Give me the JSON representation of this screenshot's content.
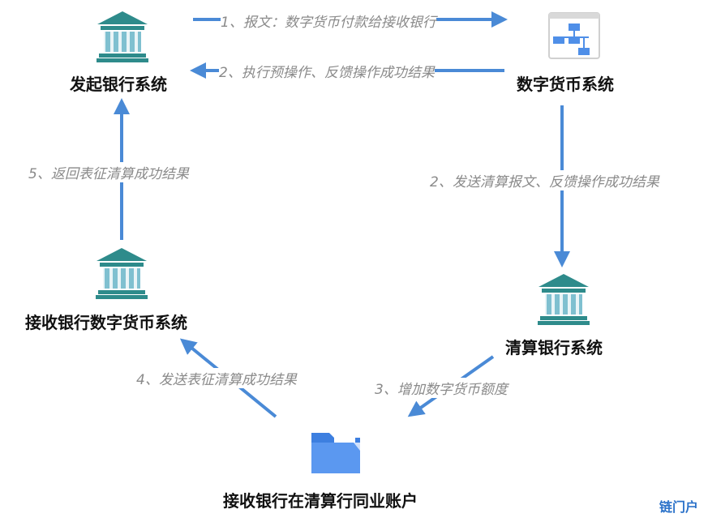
{
  "nodes": {
    "initiating_bank": "发起银行系统",
    "digital_currency_system": "数字货币系统",
    "clearing_bank": "清算银行系统",
    "receiving_bank_dc_system": "接收银行数字货币系统",
    "receiving_bank_clearing_account": "接收银行在清算行同业账户"
  },
  "edges": {
    "e1": "1、报文：数字货币付款给接收银行",
    "e2a": "2、执行预操作、反馈操作成功结果",
    "e2b": "2、发送清算报文、反馈操作成功结果",
    "e3": "3、增加数字货币额度",
    "e4": "4、发送表征清算成功结果",
    "e5": "5、返回表征清算成功结果"
  },
  "icons": {
    "bank": "bank-building-icon",
    "system": "org-chart-icon",
    "account": "folder-icon"
  },
  "colors": {
    "arrow": "#4a8ad6",
    "bank_icon": "#2e8b8b",
    "folder": "#4f8fe8"
  },
  "watermark": "链门户"
}
